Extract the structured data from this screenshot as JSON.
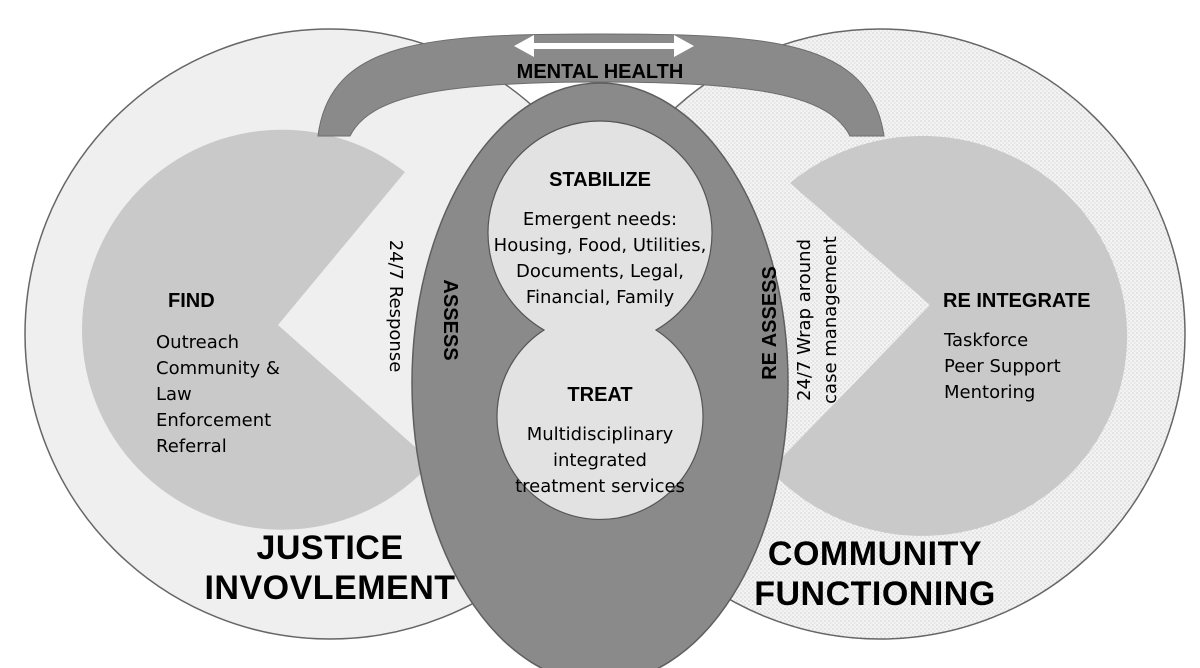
{
  "mental_health": {
    "label": "MENTAL HEALTH"
  },
  "assess": {
    "label": "ASSESS"
  },
  "re_assess": {
    "label": "RE ASSESS"
  },
  "response": {
    "label": "24/7 Response"
  },
  "wrap_around": {
    "line1": "24/7 Wrap around",
    "line2": "case management"
  },
  "stabilize": {
    "title": "STABILIZE",
    "lines": [
      "Emergent needs:",
      "Housing, Food, Utilities,",
      "Documents, Legal,",
      "Financial, Family"
    ]
  },
  "treat": {
    "title": "TREAT",
    "lines": [
      "Multidisciplinary",
      "integrated",
      "treatment services"
    ]
  },
  "find": {
    "title": "FIND",
    "lines": [
      "Outreach",
      "Community &",
      "Law",
      "Enforcement",
      "Referral"
    ]
  },
  "re_integrate": {
    "title": "RE INTEGRATE",
    "lines": [
      "Taskforce",
      "Peer Support",
      "Mentoring"
    ]
  },
  "justice": {
    "line1": "JUSTICE",
    "line2": "INVOVLEMENT"
  },
  "community": {
    "line1": "COMMUNITY",
    "line2": "FUNCTIONING"
  },
  "colors": {
    "outer_circle_left": "#efefef",
    "outer_circle_right": "#eeeeee",
    "pacman": "#c9c9c9",
    "dark_band": "#8a8a8a",
    "inner_circle": "#e2e2e2",
    "outline": "#555555"
  }
}
